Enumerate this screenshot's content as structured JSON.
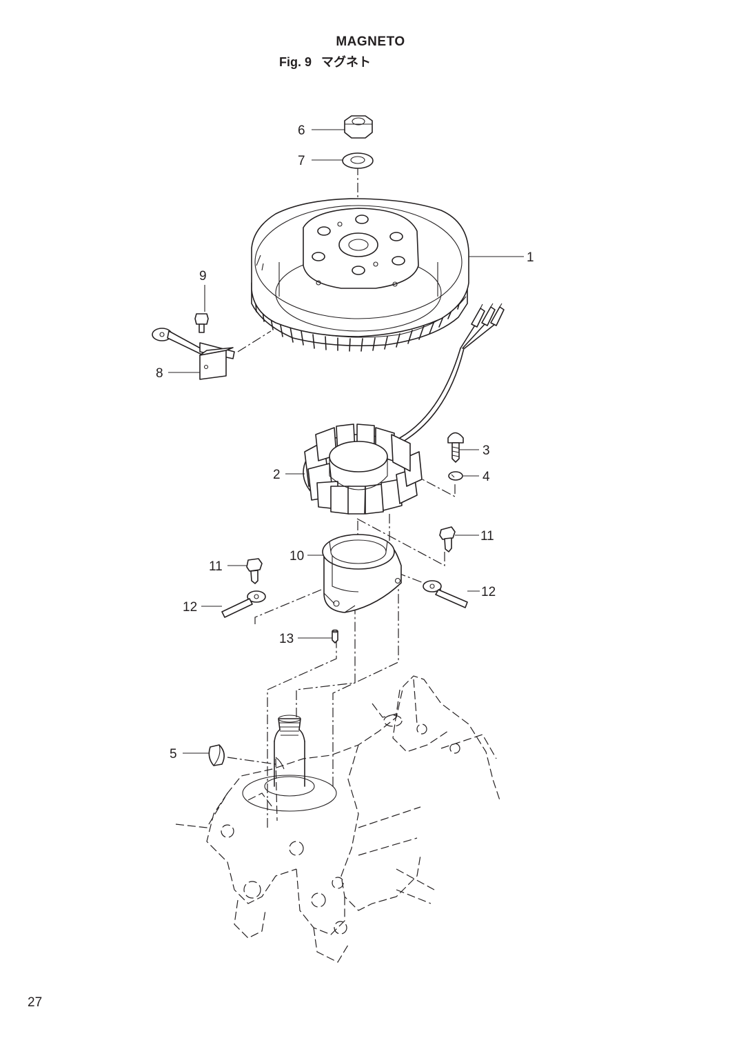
{
  "header": {
    "title": "MAGNETO",
    "fig_label": "Fig. 9",
    "jp_title": "マグネト"
  },
  "footer": {
    "page_number": "27"
  },
  "callouts": {
    "c1": "1",
    "c2": "2",
    "c3": "3",
    "c4": "4",
    "c5": "5",
    "c6": "6",
    "c7": "7",
    "c8": "8",
    "c9": "9",
    "c10": "10",
    "c11a": "11",
    "c11b": "11",
    "c12a": "12",
    "c12b": "12",
    "c13": "13"
  },
  "colors": {
    "ink": "#231f20",
    "paper": "#ffffff"
  }
}
